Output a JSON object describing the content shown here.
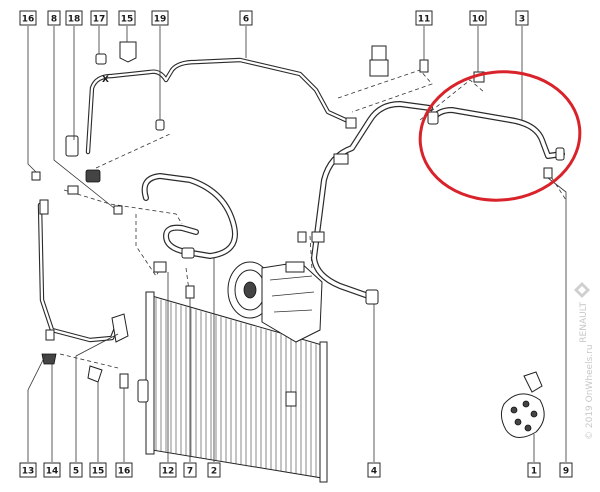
{
  "callouts": [
    {
      "id": "c16a",
      "text": "16"
    },
    {
      "id": "c8",
      "text": "8"
    },
    {
      "id": "c18",
      "text": "18"
    },
    {
      "id": "c17",
      "text": "17"
    },
    {
      "id": "c15a",
      "text": "15"
    },
    {
      "id": "c19",
      "text": "19"
    },
    {
      "id": "c6",
      "text": "6"
    },
    {
      "id": "c11",
      "text": "11"
    },
    {
      "id": "c10",
      "text": "10"
    },
    {
      "id": "c3",
      "text": "3"
    },
    {
      "id": "c13",
      "text": "13"
    },
    {
      "id": "c14",
      "text": "14"
    },
    {
      "id": "c5",
      "text": "5"
    },
    {
      "id": "c15b",
      "text": "15"
    },
    {
      "id": "c16b",
      "text": "16"
    },
    {
      "id": "c12",
      "text": "12"
    },
    {
      "id": "c7",
      "text": "7"
    },
    {
      "id": "c2",
      "text": "2"
    },
    {
      "id": "c4",
      "text": "4"
    },
    {
      "id": "c1",
      "text": "1"
    },
    {
      "id": "c9",
      "text": "9"
    }
  ],
  "marker_x": "X",
  "watermark": "© 2019 OnWheels.ru",
  "logo_text": "RENAULT",
  "highlight_color": "#d9232a"
}
